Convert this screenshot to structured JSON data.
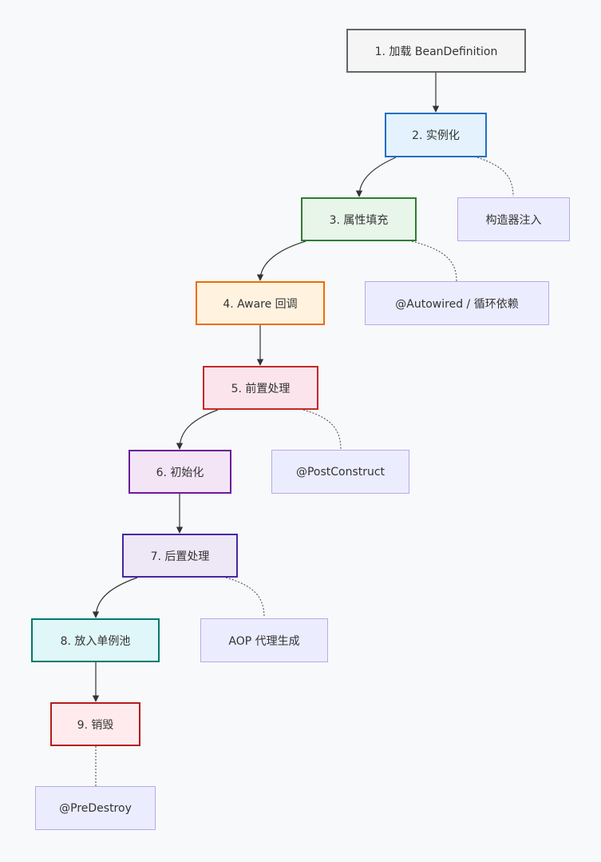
{
  "steps": [
    {
      "id": "load",
      "label": "1. 加载 BeanDefinition",
      "fill": "#f5f5f5",
      "border": "#666666"
    },
    {
      "id": "instantiate",
      "label": "2. 实例化",
      "fill": "#e3f2fd",
      "border": "#1e6fc4"
    },
    {
      "id": "populate",
      "label": "3. 属性填充",
      "fill": "#e8f5e9",
      "border": "#2e7d32"
    },
    {
      "id": "aware",
      "label": "4. Aware 回调",
      "fill": "#fff3e0",
      "border": "#ef6c00"
    },
    {
      "id": "pre-process",
      "label": "5. 前置处理",
      "fill": "#fce4ec",
      "border": "#c62828"
    },
    {
      "id": "init",
      "label": "6. 初始化",
      "fill": "#f3e5f5",
      "border": "#6a1b9a"
    },
    {
      "id": "post-process",
      "label": "7. 后置处理",
      "fill": "#ede7f6",
      "border": "#4527a0"
    },
    {
      "id": "singleton-pool",
      "label": "8. 放入单例池",
      "fill": "#e0f7fa",
      "border": "#00796b"
    },
    {
      "id": "destroy",
      "label": "9. 销毁",
      "fill": "#ffebee",
      "border": "#b71c1c"
    }
  ],
  "notes": [
    {
      "id": "constructor",
      "label": "构造器注入"
    },
    {
      "id": "autowired",
      "label": "@Autowired / 循环依赖"
    },
    {
      "id": "post-construct",
      "label": "@PostConstruct"
    },
    {
      "id": "aop",
      "label": "AOP 代理生成"
    },
    {
      "id": "pre-destroy",
      "label": "@PreDestroy"
    }
  ]
}
